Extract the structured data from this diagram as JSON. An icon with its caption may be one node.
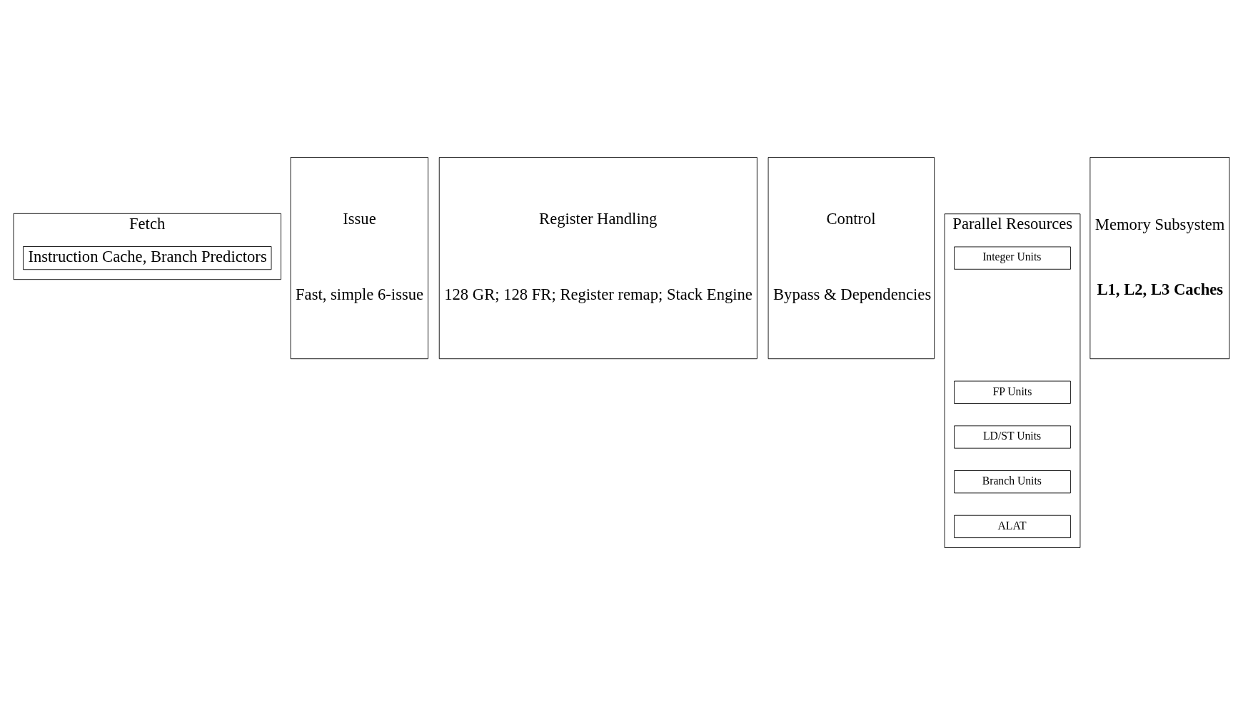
{
  "diagram": {
    "nodes": [
      {
        "text": [
          "Fetch"
        ]
      },
      {
        "text": [
          "Instruction Cache, Branch Predictors"
        ],
        "in": 0
      },
      {
        "text": [
          "Issue",
          "Fast, simple 6-issue"
        ]
      },
      {
        "text": [
          "Register Handling",
          "128 GR; 128 FR; Register remap; Stack Engine"
        ]
      },
      {
        "text": [
          "Control",
          "Bypass & Dependencies"
        ]
      },
      {
        "text": [
          "Parallel Resources"
        ]
      },
      {
        "text": [
          "Integer Units"
        ],
        "in": 5
      },
      {
        "text": [
          "FP Units"
        ],
        "in": 5
      },
      {
        "text": [
          "LD/ST Units"
        ],
        "in": 5
      },
      {
        "text": [
          "Branch Units"
        ],
        "in": 5
      },
      {
        "text": [
          "ALAT"
        ],
        "in": 5
      },
      {
        "text": [
          "Memory Subsystem",
          "L1, L2, L3 Caches"
        ]
      }
    ],
    "edges": []
  }
}
